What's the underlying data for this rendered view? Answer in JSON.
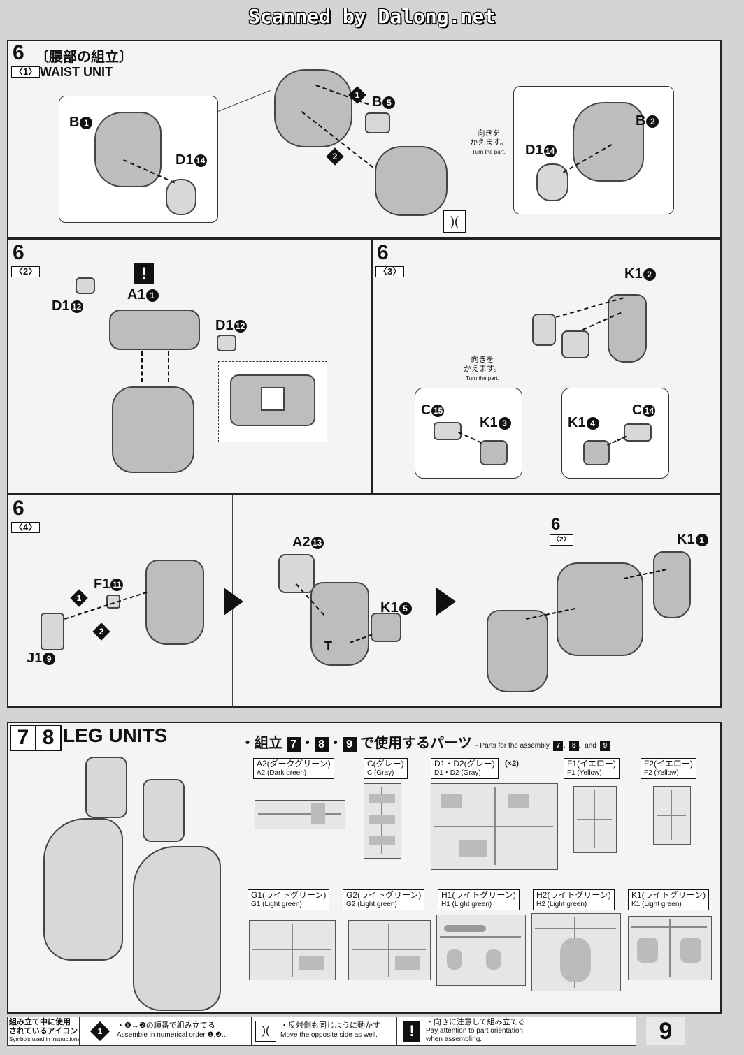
{
  "banner": "Scanned by Dalong.net",
  "step6_1": {
    "num": "6",
    "sub": "〈1〉",
    "title_jp": "〔腰部の組立〕",
    "title_en": "WAIST UNIT",
    "labels": {
      "b1": "B",
      "b1n": "1",
      "d1a": "D1",
      "d1an": "14",
      "b5": "B",
      "b5n": "5",
      "d1b": "D1",
      "d1bn": "14",
      "b2": "B",
      "b2n": "2",
      "o1": "1",
      "o2": "2"
    },
    "turn_jp1": "向きを",
    "turn_jp2": "かえます。",
    "turn_en": "Turn the part."
  },
  "step6_2": {
    "num": "6",
    "sub": "〈2〉",
    "warn": "!",
    "labels": {
      "a1": "A1",
      "a1n": "1",
      "d1l": "D1",
      "d1ln": "12",
      "d1r": "D1",
      "d1rn": "12"
    }
  },
  "step6_3": {
    "num": "6",
    "sub": "〈3〉",
    "labels": {
      "k12": "K1",
      "k12n": "2",
      "c15": "C",
      "c15n": "15",
      "k13": "K1",
      "k13n": "3",
      "k14": "K1",
      "k14n": "4",
      "c14": "C",
      "c14n": "14"
    },
    "turn_jp1": "向きを",
    "turn_jp2": "かえます。",
    "turn_en": "Turn the part."
  },
  "step6_4": {
    "num": "6",
    "sub": "〈4〉",
    "labels": {
      "f1": "F1",
      "f1n": "11",
      "j1": "J1",
      "j1n": "9",
      "o1": "1",
      "o2": "2",
      "a2": "A2",
      "a2n": "13",
      "k15": "K1",
      "k15n": "5",
      "ref": "6",
      "refsub": "〈2〉",
      "k11": "K1",
      "k11n": "1",
      "mark_t": "T"
    }
  },
  "step78": {
    "num1": "7",
    "num2": "8",
    "title": "LEG UNITS",
    "parts_header_jp": "・組立",
    "parts_header_jp2": "で使用するパーツ",
    "n7": "7",
    "n8": "8",
    "n9": "9",
    "dot": "・",
    "parts_header_en": "- Parts for the assembly",
    "and": "and",
    "runners": [
      {
        "jp": "A2(ダークグリーン)",
        "en": "A2 (Dark green)"
      },
      {
        "jp": "C(グレー)",
        "en": "C (Gray)"
      },
      {
        "jp": "D1・D2(グレー)",
        "en": "D1・D2 (Gray)",
        "mult": "(×2)"
      },
      {
        "jp": "F1(イエロー)",
        "en": "F1 (Yellow)"
      },
      {
        "jp": "F2(イエロー)",
        "en": "F2 (Yellow)"
      },
      {
        "jp": "G1(ライトグリーン)",
        "en": "G1 (Light green)"
      },
      {
        "jp": "G2(ライトグリーン)",
        "en": "G2 (Light green)"
      },
      {
        "jp": "H1(ライトグリーン)",
        "en": "H1 (Light green)"
      },
      {
        "jp": "H2(ライトグリーン)",
        "en": "H2 (Light green)"
      },
      {
        "jp": "K1(ライトグリーン)",
        "en": "K1 (Light green)"
      }
    ]
  },
  "legend": {
    "title_jp1": "組み立て中に使用",
    "title_jp2": "されているアイコン",
    "title_en": "Symbols used in instructions",
    "icon1_sym": "1",
    "icon1_jp": "・❶→❷の順番で組み立てる",
    "icon1_en": "Assemble in numerical order ❶,❷...",
    "icon2_jp": "・反対側も同じように動かす",
    "icon2_en": "Move the opposite side as well.",
    "icon3_sym": "!",
    "icon3_jp": "・向きに注意して組み立てる",
    "icon3_en1": "Pay attention to part orientation",
    "icon3_en2": "when assembling."
  },
  "page_number": "9"
}
